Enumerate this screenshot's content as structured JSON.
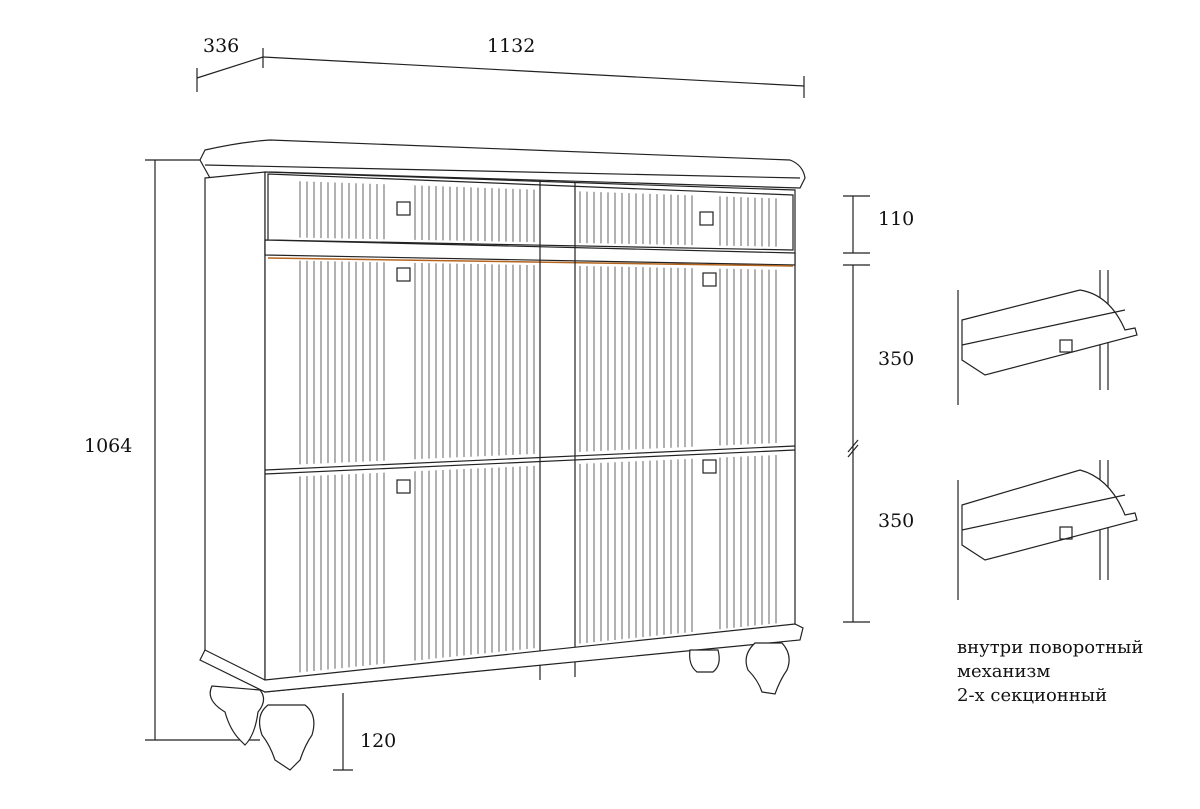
{
  "dimensions": {
    "depth": "336",
    "width": "1132",
    "height": "1064",
    "drawer_height": "110",
    "section_upper": "350",
    "section_lower": "350",
    "leg_height": "120"
  },
  "note": {
    "lines": [
      "внутри поворотный",
      "механизм",
      "2-х секционный"
    ]
  },
  "colors": {
    "line": "#222222",
    "accent": "#b5651d"
  }
}
